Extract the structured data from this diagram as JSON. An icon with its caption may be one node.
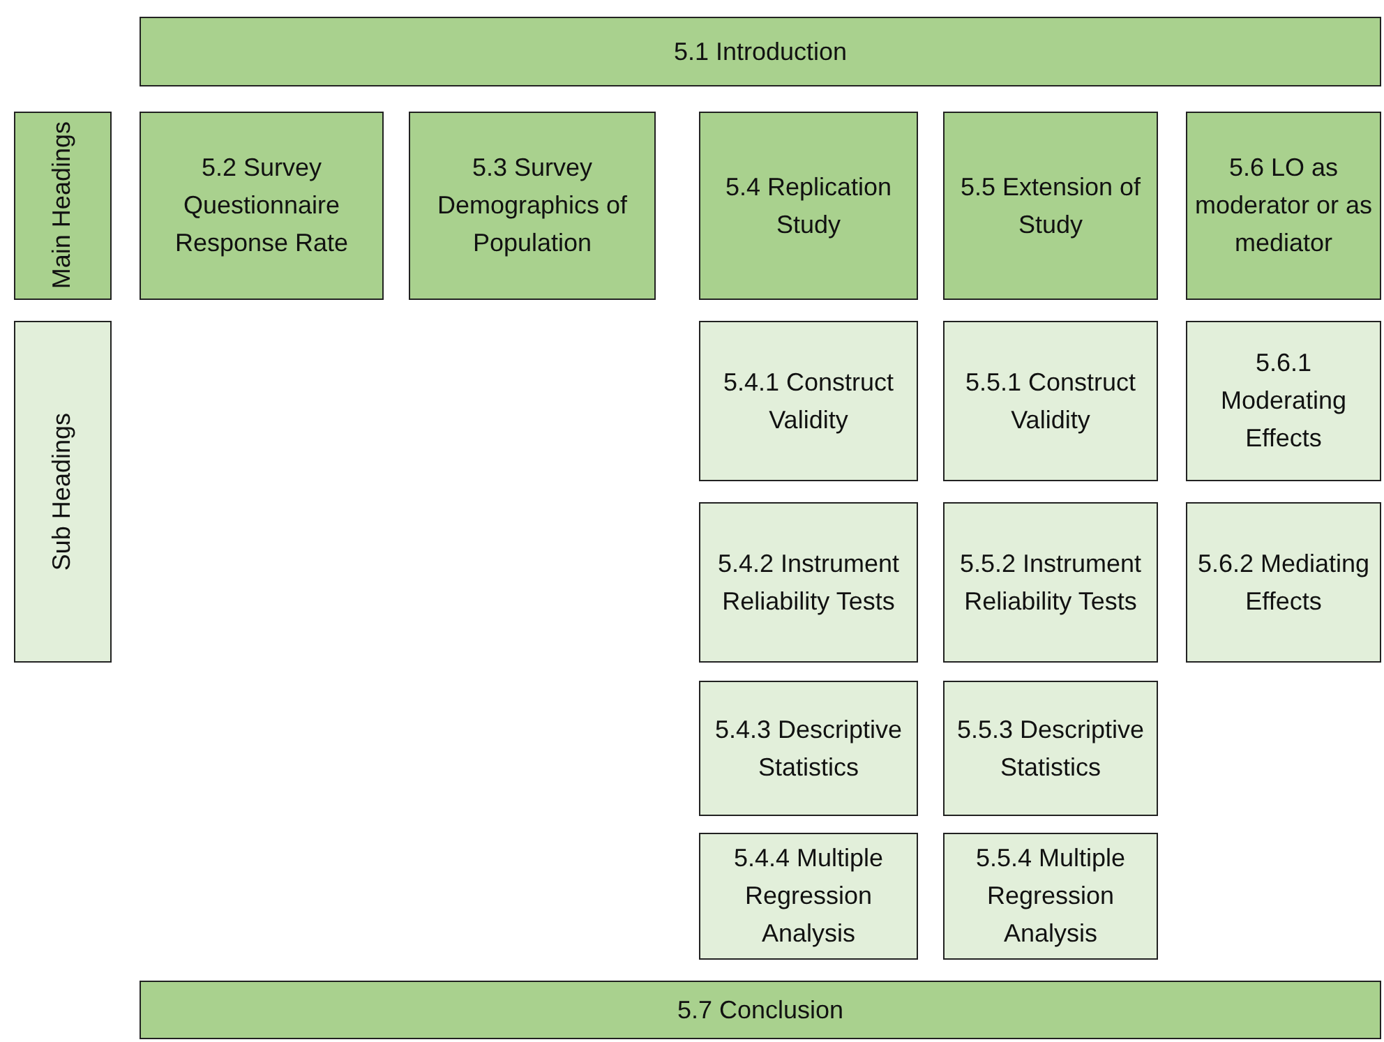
{
  "diagram": {
    "nodes": [
      {
        "text": [
          "5.1 Introduction"
        ]
      },
      {
        "text": [
          "Main Headings"
        ]
      },
      {
        "text": [
          "5.2 Survey Questionnaire Response Rate"
        ]
      },
      {
        "text": [
          "5.3 Survey Demographics of Population"
        ]
      },
      {
        "text": [
          "5.4 Replication Study"
        ]
      },
      {
        "text": [
          "5.5 Extension of Study"
        ]
      },
      {
        "text": [
          "5.6 LO as moderator or as mediator"
        ]
      },
      {
        "text": [
          "Sub Headings"
        ]
      },
      {
        "text": [
          "5.4.1 Construct Validity"
        ]
      },
      {
        "text": [
          "5.5.1 Construct Validity"
        ]
      },
      {
        "text": [
          "5.6.1 Moderating Effects"
        ]
      },
      {
        "text": [
          "5.4.2 Instrument Reliability Tests"
        ]
      },
      {
        "text": [
          "5.5.2 Instrument Reliability Tests"
        ]
      },
      {
        "text": [
          "5.6.2 Mediating Effects"
        ]
      },
      {
        "text": [
          "5.4.3 Descriptive Statistics"
        ]
      },
      {
        "text": [
          "5.5.3 Descriptive Statistics"
        ]
      },
      {
        "text": [
          "5.4.4 Multiple Regression Analysis"
        ]
      },
      {
        "text": [
          "5.5.4 Multiple Regression Analysis"
        ]
      },
      {
        "text": [
          "5.7 Conclusion"
        ]
      }
    ]
  }
}
